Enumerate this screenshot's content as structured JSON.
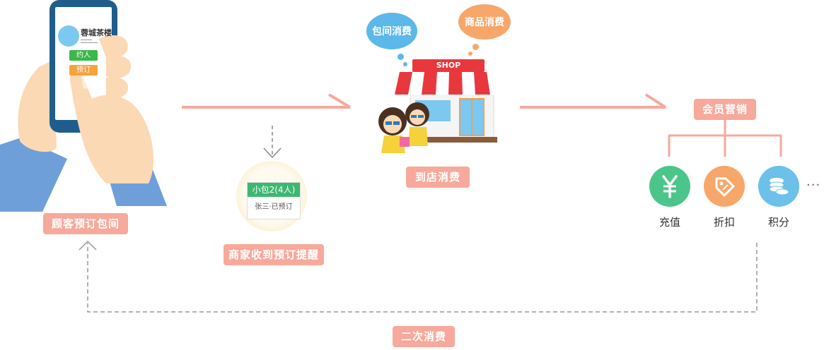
{
  "phone": {
    "shop_name": "蓉城茶楼",
    "btn_people": "约人",
    "btn_book": "预订"
  },
  "steps": {
    "customer_book": "顾客预订包间",
    "merchant_notice": "商家收到预订提醒",
    "store_consume": "到店消费",
    "member_marketing": "会员营销",
    "second_consume": "二次消费"
  },
  "notice_card": {
    "title": "小包2(4人)",
    "body": "张三·已预订"
  },
  "bubbles": {
    "room": "包间消费",
    "goods": "商品消费"
  },
  "shop_sign": "SHOP",
  "member_items": [
    {
      "label": "充值",
      "icon": "yuan-icon",
      "color": "#4cc58a"
    },
    {
      "label": "折扣",
      "icon": "price-tag-icon",
      "color": "#f7a76a"
    },
    {
      "label": "积分",
      "icon": "coins-icon",
      "color": "#6cc0ea"
    }
  ],
  "more": "···",
  "colors": {
    "accent": "#f7a99b",
    "green": "#3cb870",
    "orange": "#f7a76a",
    "blue": "#6cc0ea"
  }
}
